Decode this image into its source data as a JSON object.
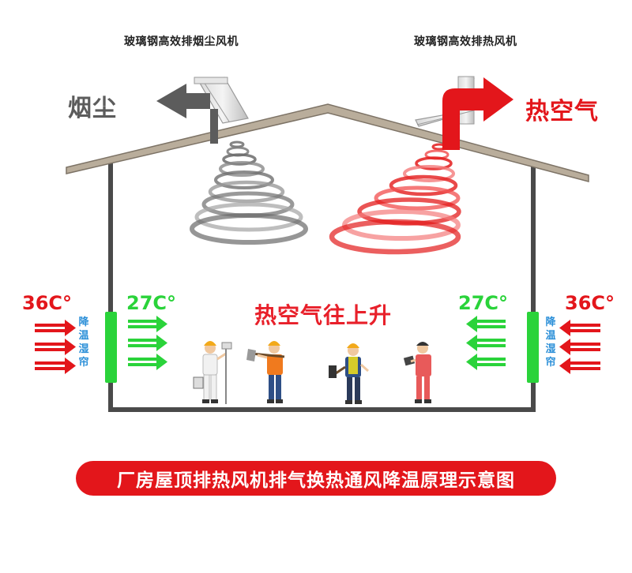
{
  "fans": {
    "left_label": "玻璃钢高效排烟尘风机",
    "right_label": "玻璃钢高效排热风机"
  },
  "exhaust": {
    "left_word": "烟尘",
    "right_word": "热空气"
  },
  "interior": {
    "rising_text": "热空气往上升"
  },
  "left_side": {
    "outside_temp": "36C°",
    "inside_temp": "27C°",
    "curtain_label": "降温湿帘"
  },
  "right_side": {
    "outside_temp": "36C°",
    "inside_temp": "27C°",
    "curtain_label": "降温湿帘"
  },
  "caption": "厂房屋顶排热风机排气换热通风降温原理示意图",
  "colors": {
    "red": "#e3161b",
    "green": "#2ad33a",
    "gray": "#5c5c5c",
    "roof": "#b9ad9b",
    "wall": "#4a4a4a",
    "curtain_text": "#2b8fd8"
  }
}
